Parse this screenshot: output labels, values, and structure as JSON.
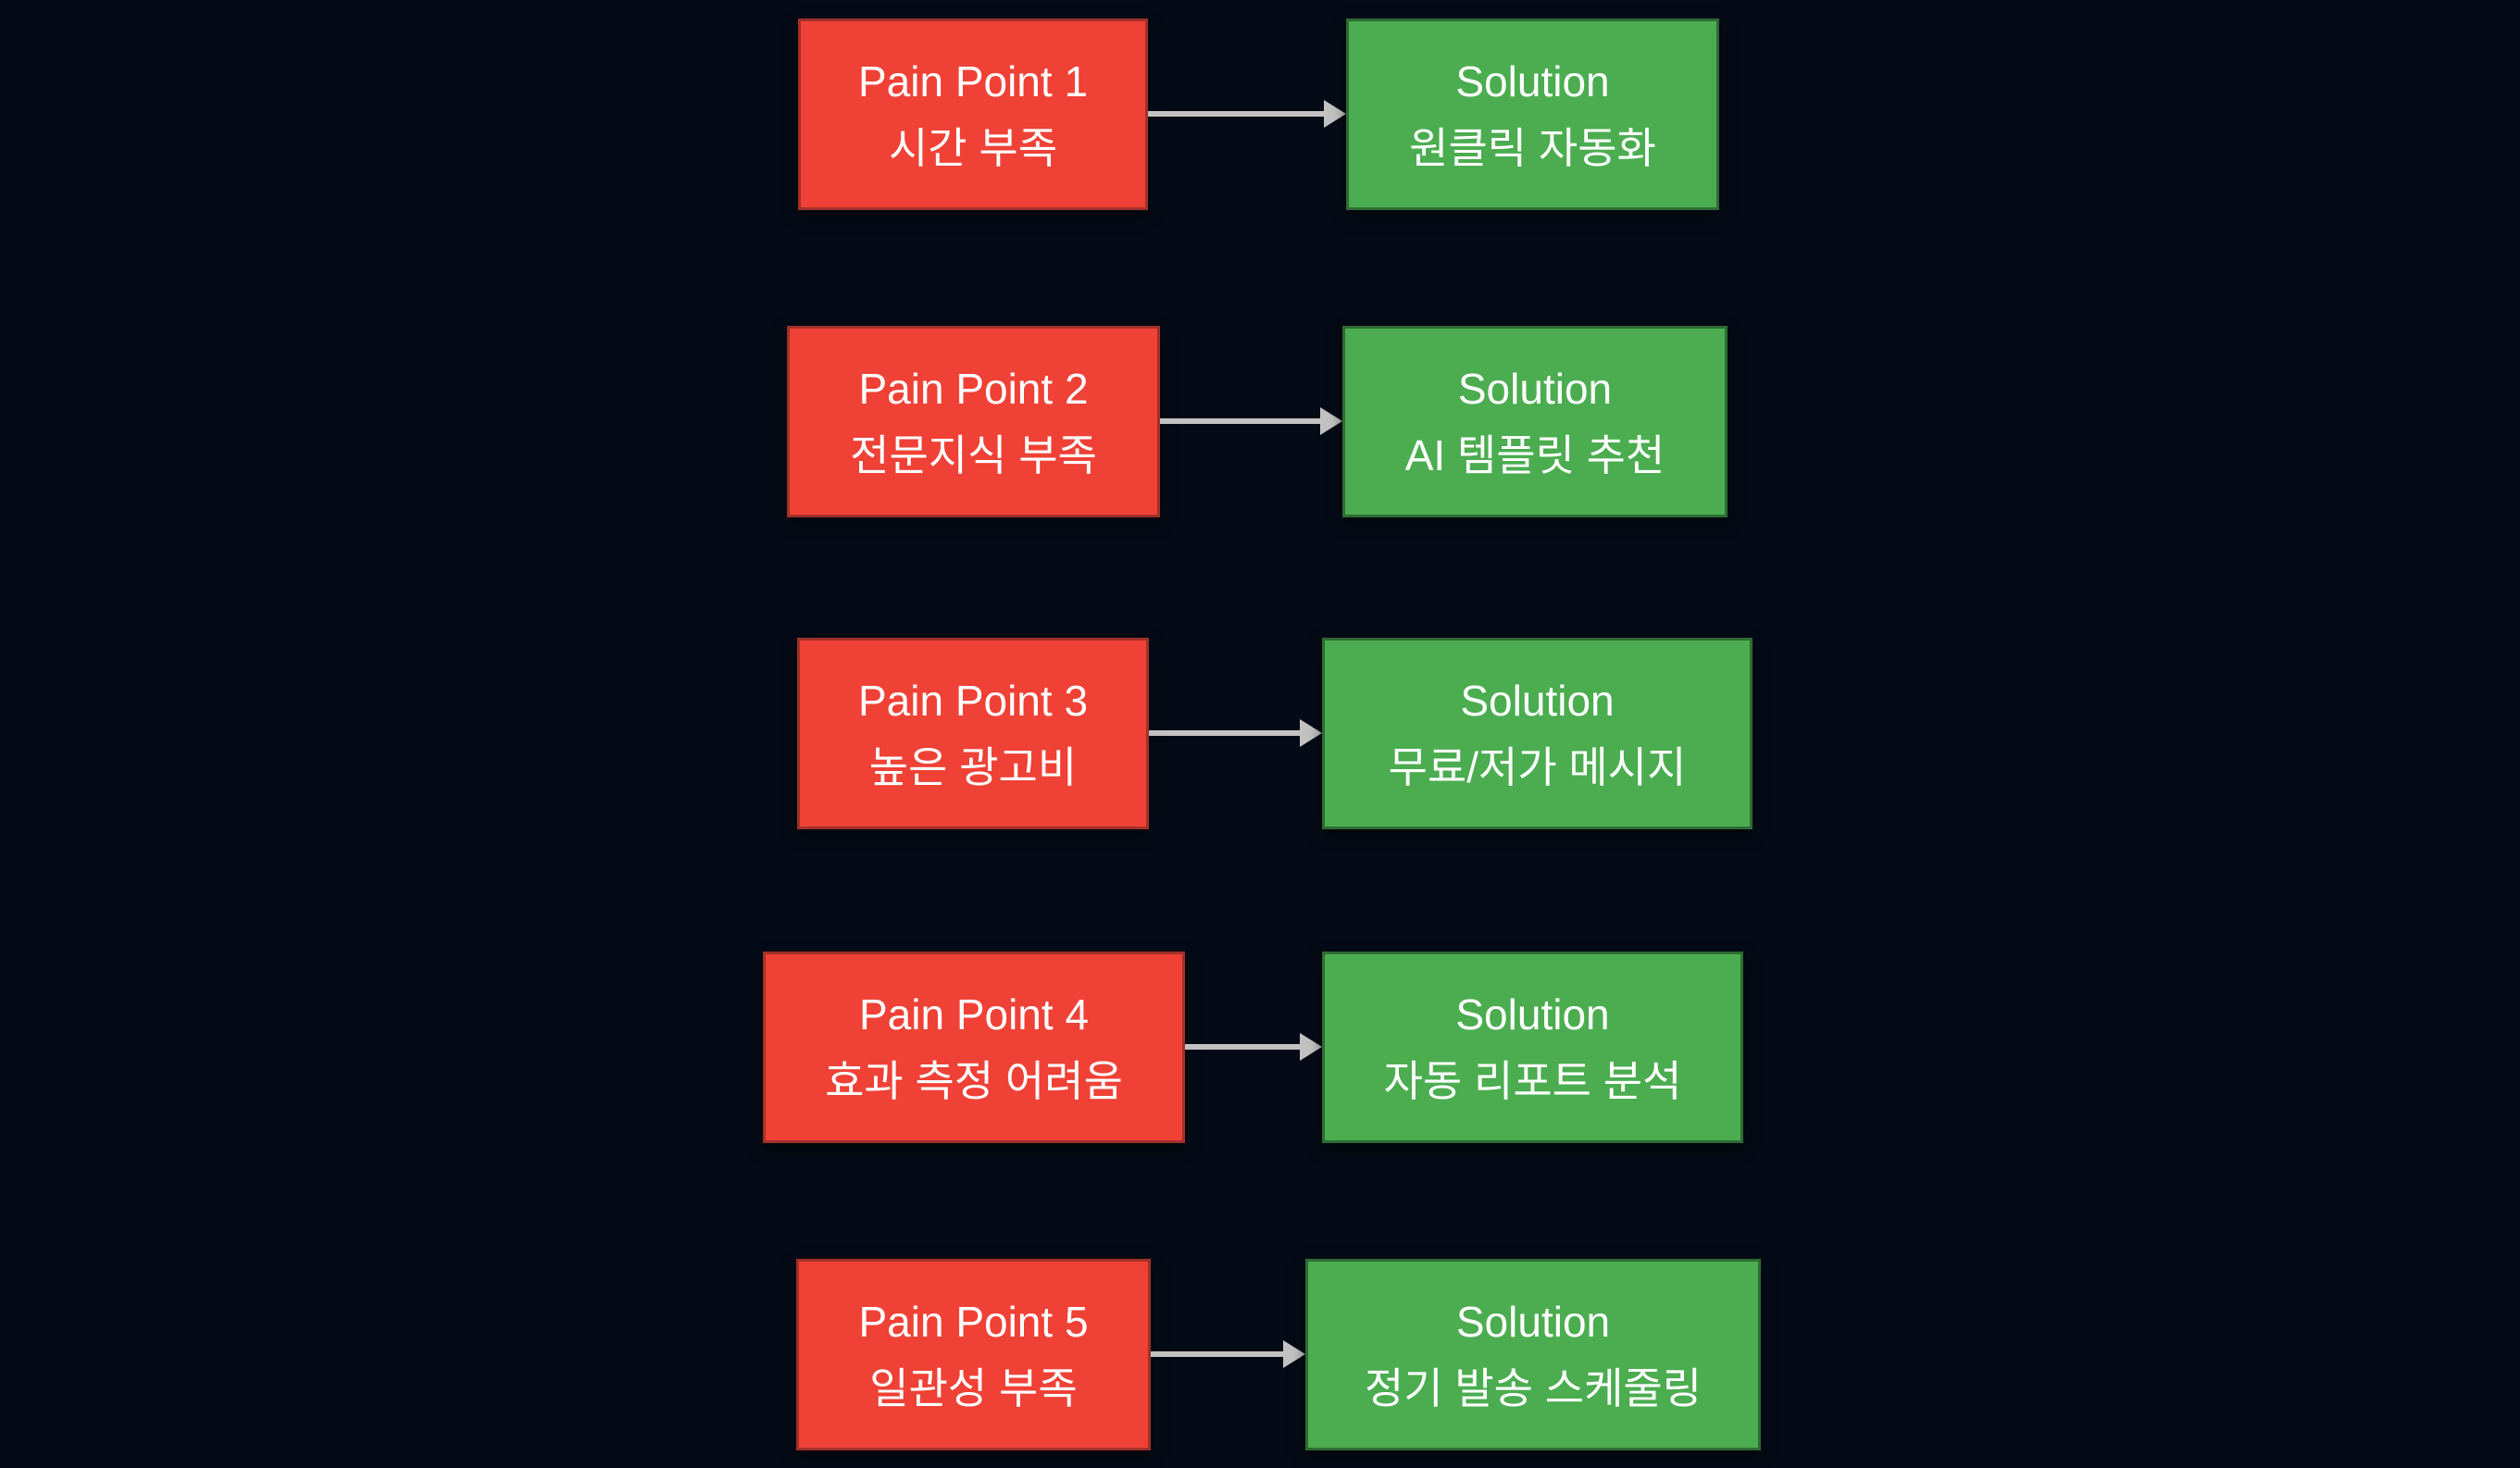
{
  "diagram": {
    "colors": {
      "background": "#050b16",
      "pain_fill": "#ef4136",
      "pain_border": "#a1302a",
      "solution_fill": "#4bad50",
      "solution_border": "#2e6b34",
      "arrow": "#c2c2c2",
      "text": "#ffffff"
    },
    "icons": {
      "connector": "arrow-right"
    },
    "rows": [
      {
        "pain": {
          "title": "Pain Point 1",
          "desc": "시간 부족"
        },
        "solution": {
          "title": "Solution",
          "desc": "원클릭 자동화"
        }
      },
      {
        "pain": {
          "title": "Pain Point 2",
          "desc": "전문지식 부족"
        },
        "solution": {
          "title": "Solution",
          "desc": "AI 템플릿 추천"
        }
      },
      {
        "pain": {
          "title": "Pain Point 3",
          "desc": "높은 광고비"
        },
        "solution": {
          "title": "Solution",
          "desc": "무료/저가 메시지"
        }
      },
      {
        "pain": {
          "title": "Pain Point 4",
          "desc": "효과 측정 어려움"
        },
        "solution": {
          "title": "Solution",
          "desc": "자동 리포트 분석"
        }
      },
      {
        "pain": {
          "title": "Pain Point 5",
          "desc": "일관성 부족"
        },
        "solution": {
          "title": "Solution",
          "desc": "정기 발송 스케줄링"
        }
      }
    ]
  }
}
